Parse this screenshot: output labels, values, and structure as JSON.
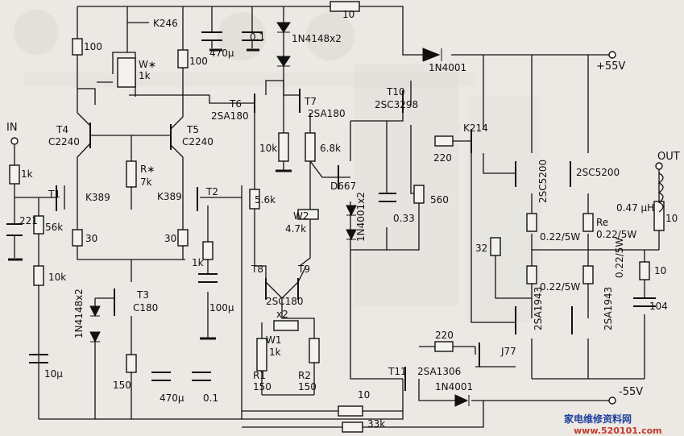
{
  "labels": {
    "in": "IN",
    "out": "OUT",
    "vpos": "+55V",
    "vneg": "-55V",
    "r100a": "100",
    "r100b": "100",
    "k246": "K246",
    "wstar": "W∗",
    "wstar_val": "1k",
    "c470a": "470μ",
    "c01a": "0.1",
    "d1n4148": "1N4148x2",
    "r10top": "10",
    "d1n4001a": "1N4001",
    "t10": "T10",
    "t10p": "2SC3298",
    "t6": "T6",
    "t6p": "2SA180",
    "t7": "T7",
    "t7p": "2SA180",
    "t4": "T4",
    "t4p": "C2240",
    "t5": "T5",
    "t5p": "C2240",
    "rstar": "R∗",
    "rstar_val": "7k",
    "r10k_a": "10k",
    "r68k": "6.8k",
    "k214": "K214",
    "r220a": "220",
    "q2sc5200a": "2SC5200",
    "q2sc5200b": "2SC5200",
    "t1": "T1",
    "t1p": "K389",
    "t2": "T2",
    "t2p": "K389",
    "r1k_in": "1k",
    "c221": "221",
    "r56k": "56k",
    "r30a": "30",
    "r30b": "30",
    "r56k2": "5.6k",
    "d667": "D667",
    "w2": "W2",
    "w2v": "4.7k",
    "d1n4001x2": "1N4001x2",
    "c033": "0.33",
    "r560": "560",
    "r1k_b": "1k",
    "r32": "32",
    "l047": "0.47 μH",
    "r10out": "10",
    "re": "Re",
    "re_a": "0.22/5W",
    "re_b": "0.22/5W",
    "re_c": "0.22/5W",
    "re_d": "0.22/5W",
    "r10z": "10",
    "c104": "104",
    "r10k_b": "10k",
    "t3": "T3",
    "t3p": "C180",
    "d1n4148b": "1N4148x2",
    "c100u": "100μ",
    "t8": "T8",
    "t9": "T9",
    "t89p": "2SC180",
    "x2": "x2",
    "w1": "W1",
    "w1v": "1k",
    "r1": "R1",
    "r1v": "150",
    "r2": "R2",
    "r2v": "150",
    "r220b": "220",
    "j77": "J77",
    "q2sa1943a": "2SA1943",
    "q2sa1943b": "2SA1943",
    "c10u": "10μ",
    "r150": "150",
    "c470b": "470μ",
    "c01b": "0.1",
    "t11": "T11",
    "t11p": "2SA1306",
    "r10b": "10",
    "d1n4001b": "1N4001",
    "r33k": "33k"
  },
  "watermark": {
    "cn": "家电维修资料网",
    "url": "www.520101.com"
  }
}
